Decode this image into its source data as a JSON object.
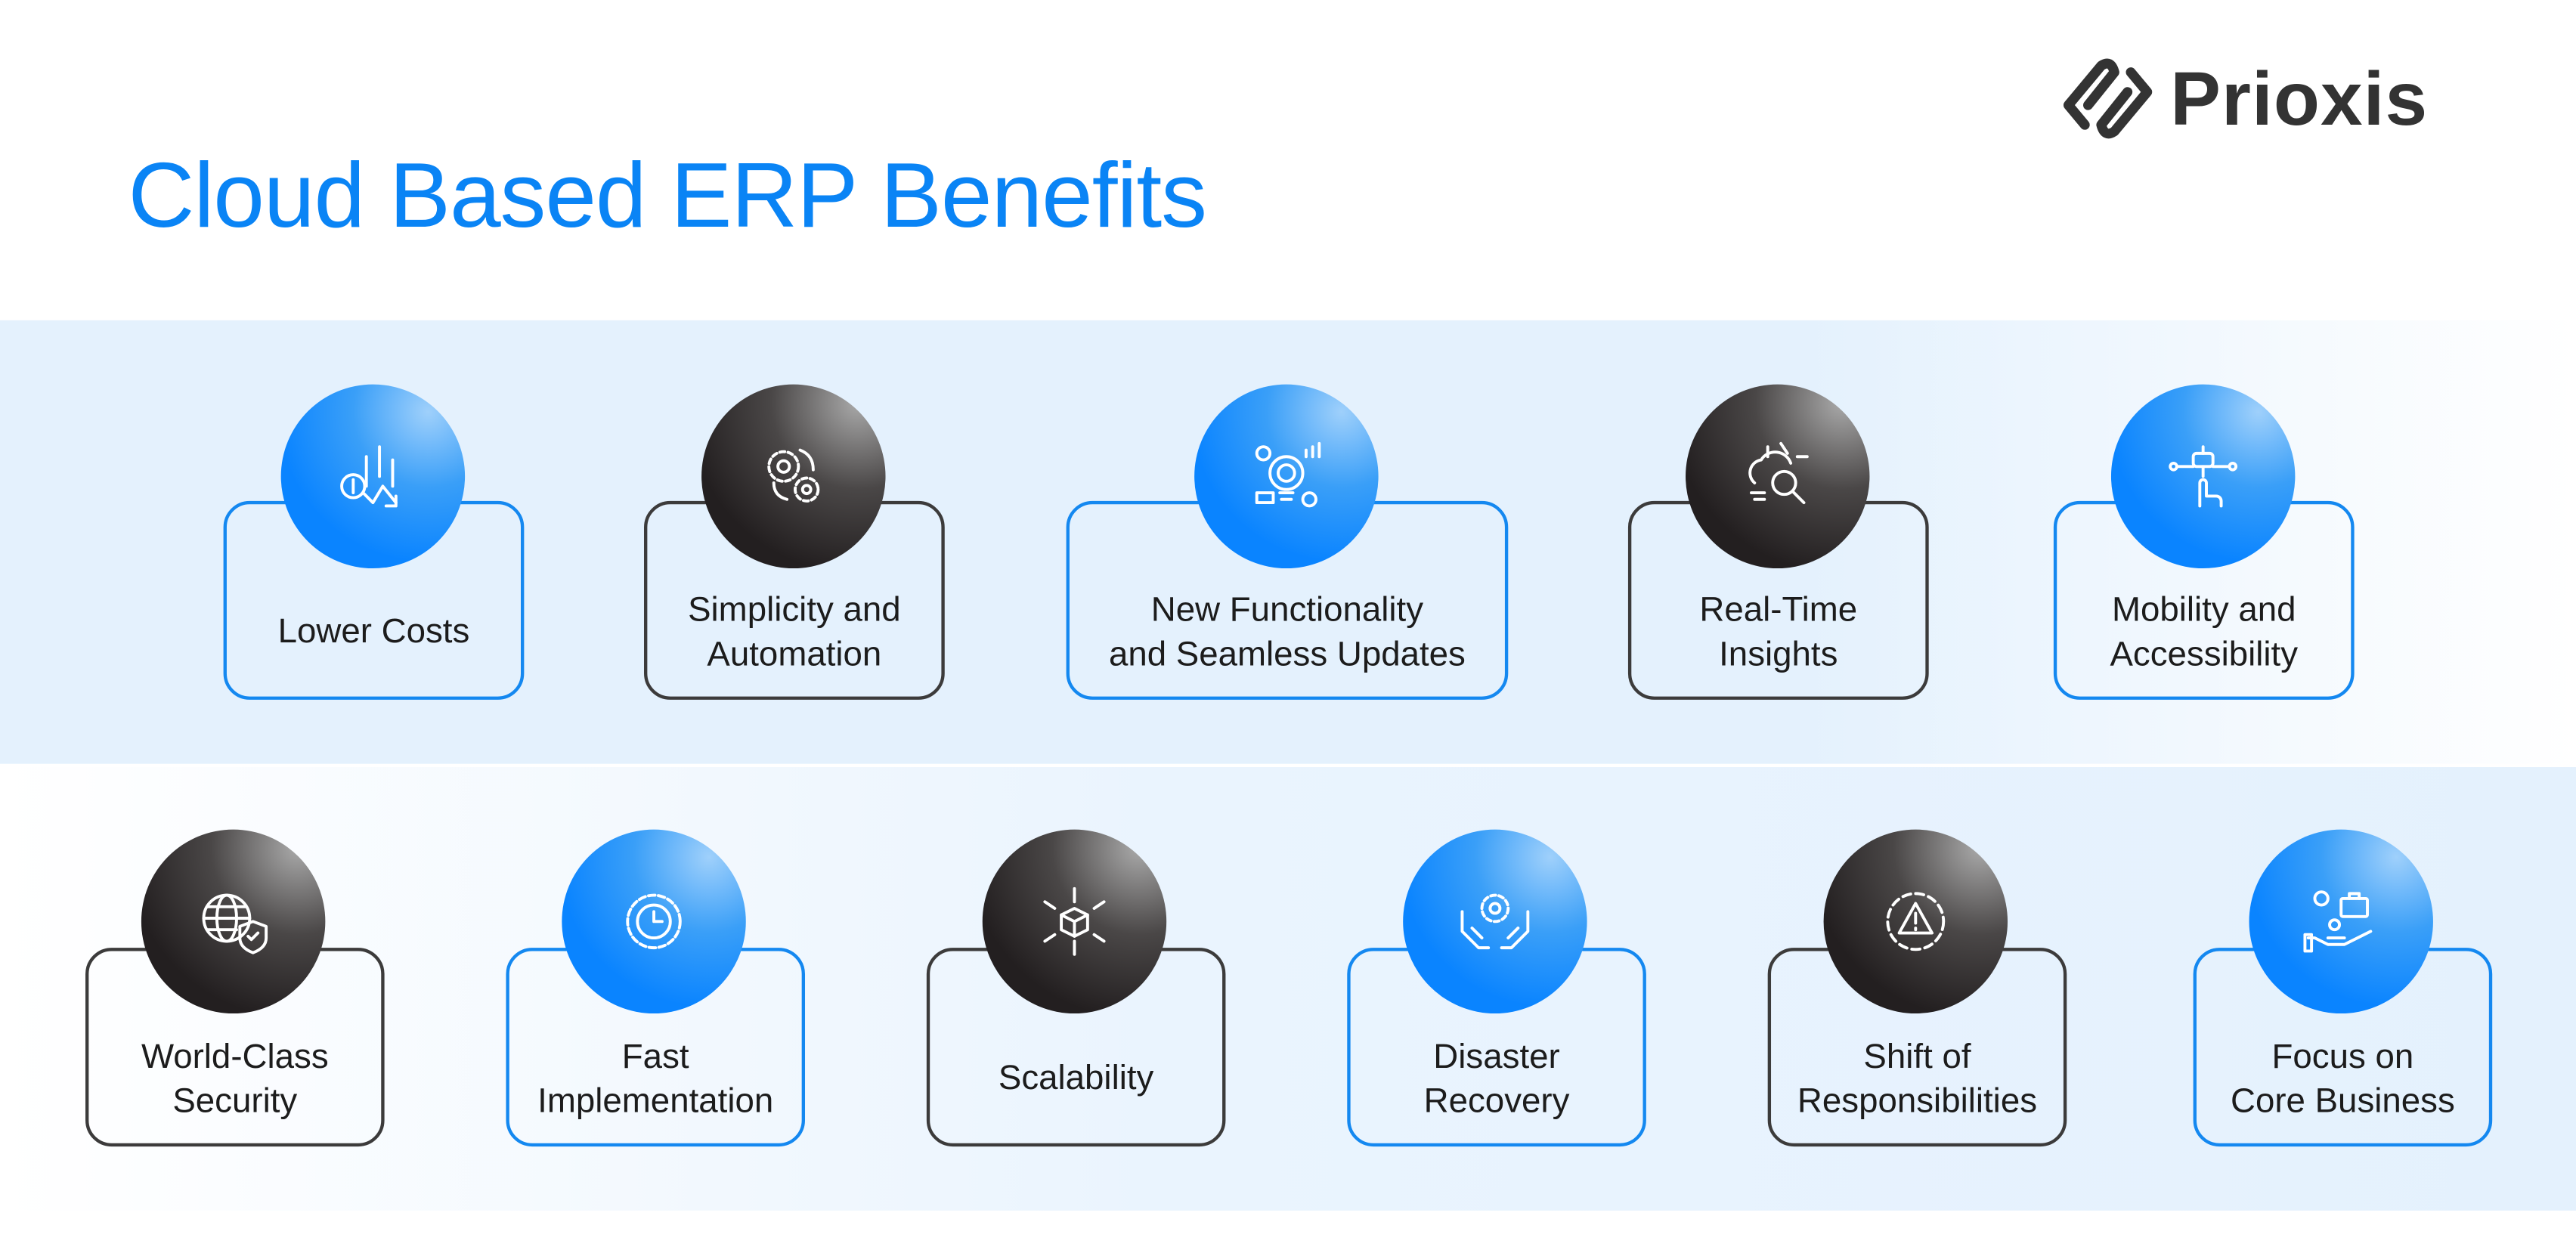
{
  "title": "Cloud Based ERP Benefits",
  "logo": {
    "text": "Prioxis"
  },
  "colors": {
    "accent": "#0a84ff",
    "dark": "#231f20",
    "band": "#e4f1fd"
  },
  "row1": [
    {
      "label": "Lower Costs",
      "icon": "cost-reduction-chart-icon",
      "style": "blue"
    },
    {
      "label": "Simplicity and\nAutomation",
      "icon": "gears-cycle-icon",
      "style": "dark"
    },
    {
      "label": "New Functionality\nand Seamless Updates",
      "icon": "lightbulb-updates-icon",
      "style": "blue"
    },
    {
      "label": "Real-Time\nInsights",
      "icon": "data-search-icon",
      "style": "dark"
    },
    {
      "label": "Mobility and\nAccessibility",
      "icon": "touch-network-icon",
      "style": "blue"
    }
  ],
  "row2": [
    {
      "label": "World-Class\nSecurity",
      "icon": "globe-shield-icon",
      "style": "dark"
    },
    {
      "label": "Fast\nImplementation",
      "icon": "gear-clock-icon",
      "style": "blue"
    },
    {
      "label": "Scalability",
      "icon": "cube-expand-icon",
      "style": "dark"
    },
    {
      "label": "Disaster\nRecovery",
      "icon": "hands-gear-icon",
      "style": "blue"
    },
    {
      "label": "Shift of\nResponsibilities",
      "icon": "warning-cycle-icon",
      "style": "dark"
    },
    {
      "label": "Focus on\nCore Business",
      "icon": "hand-briefcase-icon",
      "style": "blue"
    }
  ]
}
